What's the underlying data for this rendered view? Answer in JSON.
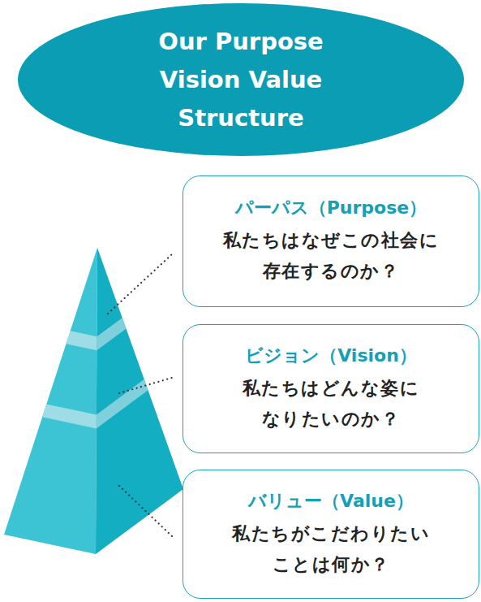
{
  "diagram": {
    "nodes": [
      {
        "text": [
          "Our Purpose Vision Value Structure"
        ]
      },
      {
        "text": [
          "パーパス（Purpose）",
          "私たちはなぜこの社会に 存在するのか？"
        ]
      },
      {
        "text": [
          "ビジョン（Vision）",
          "私たちはどんな姿に なりたいのか？"
        ]
      },
      {
        "text": [
          "バリュー（Value）",
          "私たちがこだわりたい ことは何か？"
        ]
      }
    ]
  }
}
